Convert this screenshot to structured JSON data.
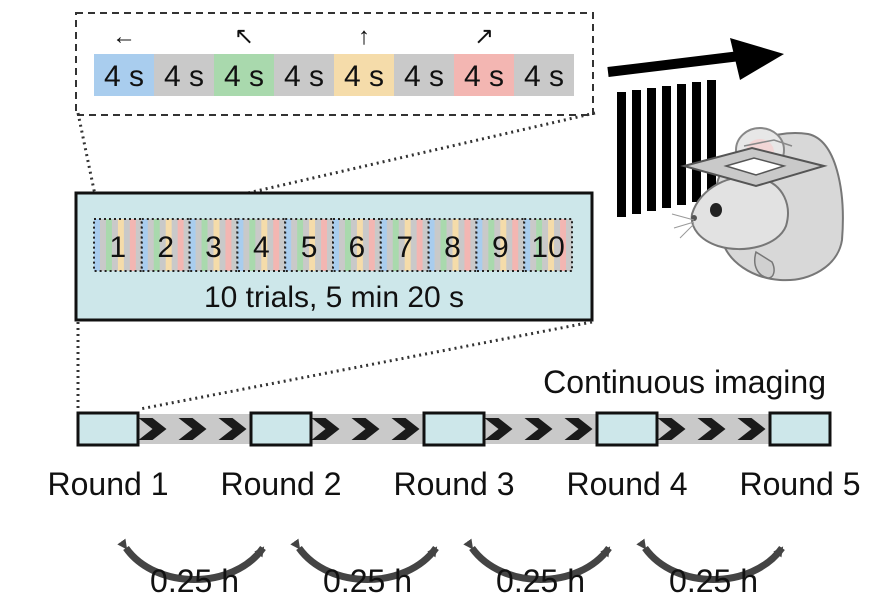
{
  "trial_block": {
    "segments": [
      {
        "label": "4 s",
        "color": "#a9cdee",
        "arrow": "←"
      },
      {
        "label": "4 s",
        "color": "#c9c9c9",
        "arrow": ""
      },
      {
        "label": "4 s",
        "color": "#a9d9ad",
        "arrow": "↖"
      },
      {
        "label": "4 s",
        "color": "#c9c9c9",
        "arrow": ""
      },
      {
        "label": "4 s",
        "color": "#f5dcaa",
        "arrow": "↑"
      },
      {
        "label": "4 s",
        "color": "#c9c9c9",
        "arrow": ""
      },
      {
        "label": "4 s",
        "color": "#f3b6b2",
        "arrow": "↗"
      },
      {
        "label": "4 s",
        "color": "#c9c9c9",
        "arrow": ""
      }
    ]
  },
  "round_block": {
    "trials": [
      "1",
      "2",
      "3",
      "4",
      "5",
      "6",
      "7",
      "8",
      "9",
      "10"
    ],
    "caption": "10 trials, 5 min 20 s",
    "fill": "#cde7ea"
  },
  "timeline": {
    "imaging_label": "Continuous imaging",
    "rounds": [
      "Round 1",
      "Round 2",
      "Round 3",
      "Round 4",
      "Round 5"
    ],
    "intervals": [
      "0.25 h",
      "0.25 h",
      "0.25 h",
      "0.25 h"
    ],
    "bar_color": "#c9c9c9",
    "box_fill": "#cde7ea"
  },
  "illustration": {
    "icon": "mouse-with-headplate-icon",
    "grating": "grating-stimulus-icon"
  }
}
